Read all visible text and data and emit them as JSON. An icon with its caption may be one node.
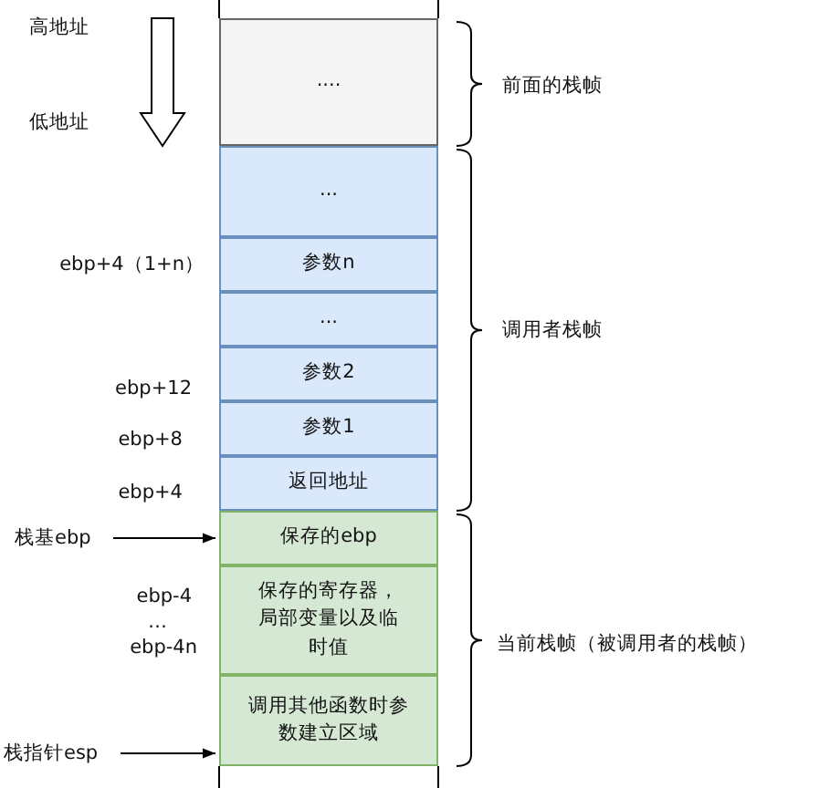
{
  "diagram": {
    "nodes": [
      {
        "text": [
          "...."
        ]
      },
      {
        "text": [
          "..."
        ]
      },
      {
        "text": [
          "参数n"
        ]
      },
      {
        "text": [
          "..."
        ]
      },
      {
        "text": [
          "参数2"
        ]
      },
      {
        "text": [
          "参数1"
        ]
      },
      {
        "text": [
          "返回地址"
        ]
      },
      {
        "text": [
          "栈基ebp"
        ]
      },
      {
        "text": [
          "保存的ebp"
        ]
      },
      {
        "text": [
          "保存的寄存器，局部变量以及临时值"
        ]
      },
      {
        "text": [
          "调用其他函数时参数建立区域"
        ]
      },
      {
        "text": [
          "栈指针esp"
        ]
      }
    ],
    "edges": [
      {
        "from": 7,
        "to": 8,
        "arrow": "to"
      },
      {
        "from": 11,
        "to": 10,
        "arrow": "to"
      }
    ],
    "labels": [
      "高地址",
      "低地址",
      "前面的栈帧",
      "ebp+4（1+n）",
      "调用者栈帧",
      "ebp+12",
      "ebp+8",
      "ebp+4",
      "ebp-4",
      "…",
      "当前栈帧（被调用者的栈帧）",
      "ebp-4n"
    ]
  }
}
